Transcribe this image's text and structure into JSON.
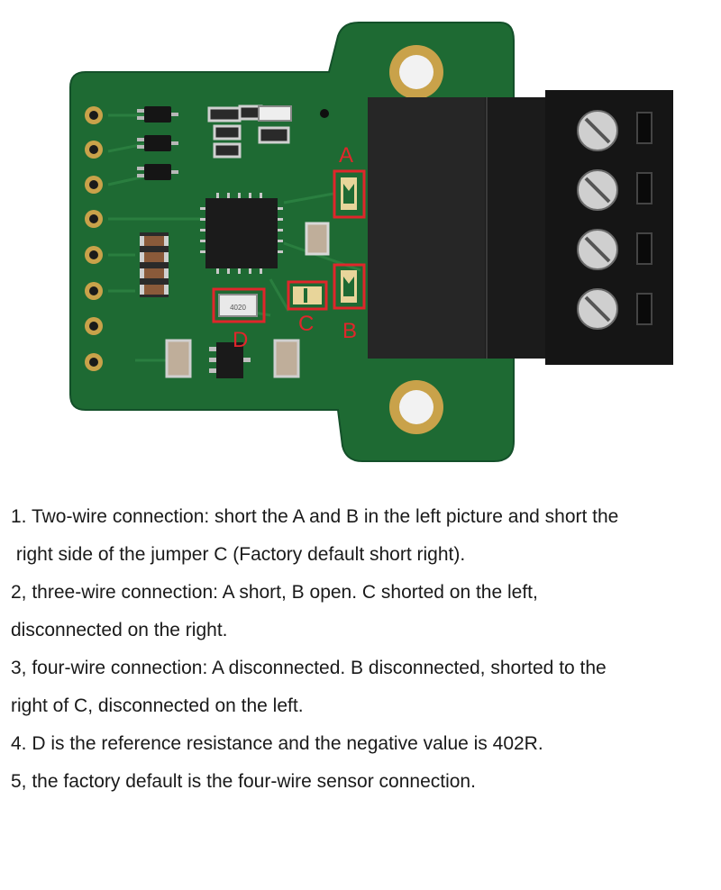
{
  "figure": {
    "callouts": {
      "A": "A",
      "B": "B",
      "C": "C",
      "D": "D"
    },
    "accent_color": "#e0262b",
    "board_color": "#1e6a33",
    "terminal_color": "#1b1b1b",
    "resistor_marking": "4020"
  },
  "instructions": [
    "1. Two-wire connection: short the A and B in the left picture and short the",
    " right side of the jumper C (Factory default short right).",
    "2, three-wire connection: A short, B open. C shorted on the left,",
    "disconnected on the right.",
    "3, four-wire connection: A disconnected. B disconnected, shorted to the",
    "right of C, disconnected on the left.",
    "4. D is the reference resistance and the negative value is 402R.",
    "5, the factory default is the four-wire sensor connection."
  ]
}
